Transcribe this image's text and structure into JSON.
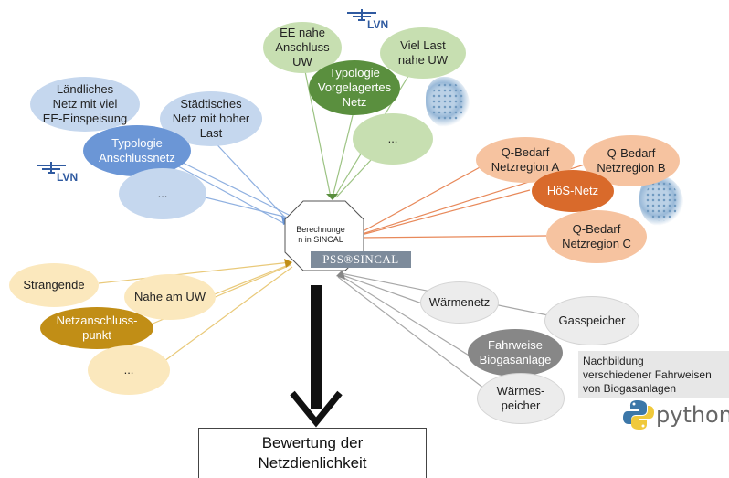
{
  "center": {
    "label": "Berechnunge\nn in SINCAL",
    "logo": "PSS®SINCAL"
  },
  "result": "Bewertung der\nNetzdienlichkeit",
  "blue_group": {
    "items": [
      "Ländliches\nNetz mit viel\nEE-Einspeisung",
      "Städtisches\nNetz mit hoher\nLast",
      "Typologie\nAnschlussnetz",
      "..."
    ],
    "logo": "LVN"
  },
  "green_group": {
    "items": [
      "EE nahe\nAnschluss\nUW",
      "Viel Last\nnahe UW",
      "Typologie\nVorgelagertes\nNetz",
      "..."
    ],
    "logo": "LVN"
  },
  "orange_group": {
    "items": [
      "Q-Bedarf\nNetzregion A",
      "Q-Bedarf\nNetzregion B",
      "HöS-Netz",
      "Q-Bedarf\nNetzregion C"
    ]
  },
  "yellow_group": {
    "items": [
      "Strangende",
      "Nahe am UW",
      "Netzanschluss-\npunkt",
      "..."
    ]
  },
  "grey_group": {
    "items": [
      "Wärmenetz",
      "Gasspeicher",
      "Fahrweise\nBiogasanlage",
      "Wärmes-\npeicher"
    ]
  },
  "note": "Nachbildung\nverschiedener Fahrweisen\nvon Biogasanlagen",
  "python": "python",
  "colors": {
    "blue": "#6b96d6",
    "green": "#5a8f3e",
    "orange": "#d96a2b",
    "gold": "#c18e16",
    "grey": "#878787"
  }
}
